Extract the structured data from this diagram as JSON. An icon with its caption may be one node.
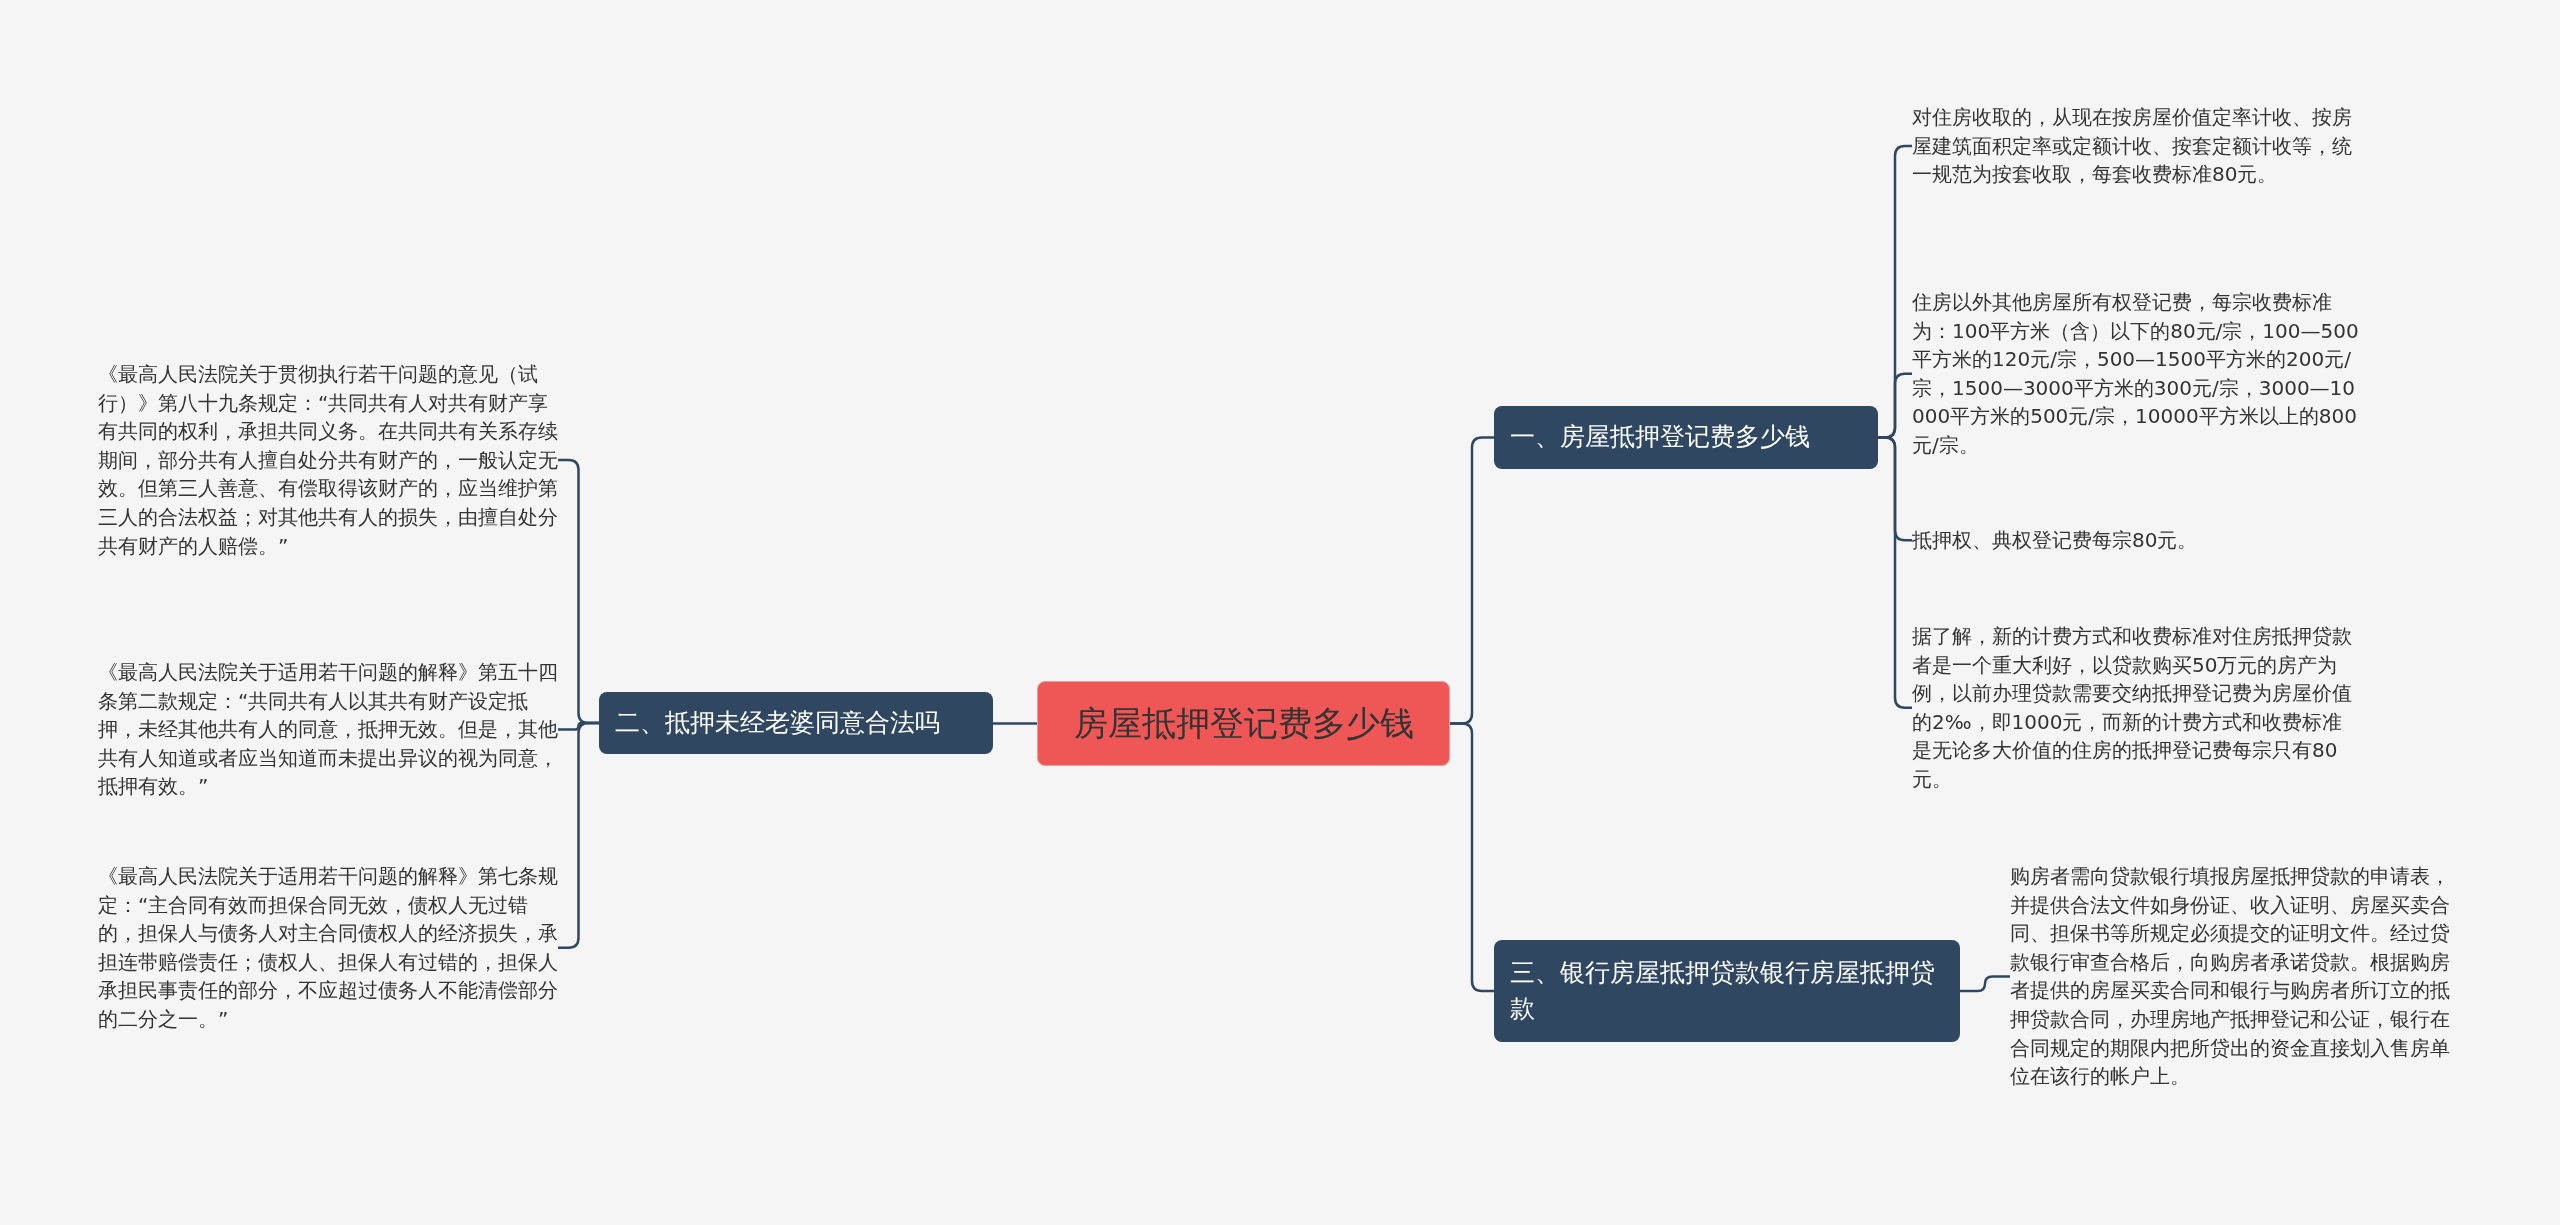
{
  "diagram": {
    "nodes": [
      {
        "text": [
          "房屋抵押登记费多少钱"
        ]
      },
      {
        "text": [
          "一、房屋抵押登记费多少钱"
        ]
      },
      {
        "text": [
          "对住房收取的，从现在按房屋价值定率计收、按房屋建筑面积定率或定额计收、按套定额计收等，统一规范为按套收取，每套收费标准80元。"
        ]
      },
      {
        "text": [
          "住房以外其他房屋所有权登记费，每宗收费标准为：100平方米（含）以下的80元/宗，100—500平方米的120元/宗，500—1500平方米的200元/宗，1500—3000平方米的300元/宗，3000—10000平方米的500元/宗，10000平方米以上的800元/宗。"
        ]
      },
      {
        "text": [
          "抵押权、典权登记费每宗80元。"
        ]
      },
      {
        "text": [
          "据了解，新的计费方式和收费标准对住房抵押贷款者是一个重大利好，以贷款购买50万元的房产为例，以前办理贷款需要交纳抵押登记费为房屋价值的2‰，即1000元，而新的计费方式和收费标准是无论多大价值的住房的抵押登记费每宗只有80元。"
        ]
      },
      {
        "text": [
          "二、抵押未经老婆同意合法吗"
        ]
      },
      {
        "text": [
          "《最高人民法院关于贯彻执行若干问题的意见（试行）》第八十九条规定：“共同共有人对共有财产享有共同的权利，承担共同义务。在共同共有关系存续期间，部分共有人擅自处分共有财产的，一般认定无效。但第三人善意、有偿取得该财产的，应当维护第三人的合法权益；对其他共有人的损失，由擅自处分共有财产的人赔偿。”"
        ]
      },
      {
        "text": [
          "《最高人民法院关于适用若干问题的解释》第五十四条第二款规定：“共同共有人以其共有财产设定抵押，未经其他共有人的同意，抵押无效。但是，其他共有人知道或者应当知道而未提出异议的视为同意，抵押有效。”"
        ]
      },
      {
        "text": [
          "《最高人民法院关于适用若干问题的解释》第七条规定：“主合同有效而担保合同无效，债权人无过错的，担保人与债务人对主合同债权人的经济损失，承担连带赔偿责任；债权人、担保人有过错的，担保人承担民事责任的部分，不应超过债务人不能清偿部分的二分之一。”"
        ]
      },
      {
        "text": [
          "三、银行房屋抵押贷款银行房屋抵押贷款"
        ]
      },
      {
        "text": [
          "购房者需向贷款银行填报房屋抵押贷款的申请表，并提供合法文件如身份证、收入证明、房屋买卖合同、担保书等所规定必须提交的证明文件。经过贷款银行审查合格后，向购房者承诺贷款。根据购房者提供的房屋买卖合同和银行与购房者所订立的抵押贷款合同，办理房地产抵押登记和公证，银行在合同规定的期限内把所贷出的资金直接划入售房单位在该行的帐户上。"
        ]
      }
    ],
    "edges": [
      {
        "from": 0,
        "to": 1,
        "arrow": "none"
      },
      {
        "from": 1,
        "to": 2,
        "arrow": "none"
      },
      {
        "from": 1,
        "to": 3,
        "arrow": "none"
      },
      {
        "from": 1,
        "to": 4,
        "arrow": "none"
      },
      {
        "from": 1,
        "to": 5,
        "arrow": "none"
      },
      {
        "from": 0,
        "to": 6,
        "arrow": "none"
      },
      {
        "from": 6,
        "to": 7,
        "arrow": "none"
      },
      {
        "from": 6,
        "to": 8,
        "arrow": "none"
      },
      {
        "from": 6,
        "to": 9,
        "arrow": "none"
      },
      {
        "from": 0,
        "to": 10,
        "arrow": "none"
      },
      {
        "from": 10,
        "to": 11,
        "arrow": "none"
      }
    ]
  }
}
